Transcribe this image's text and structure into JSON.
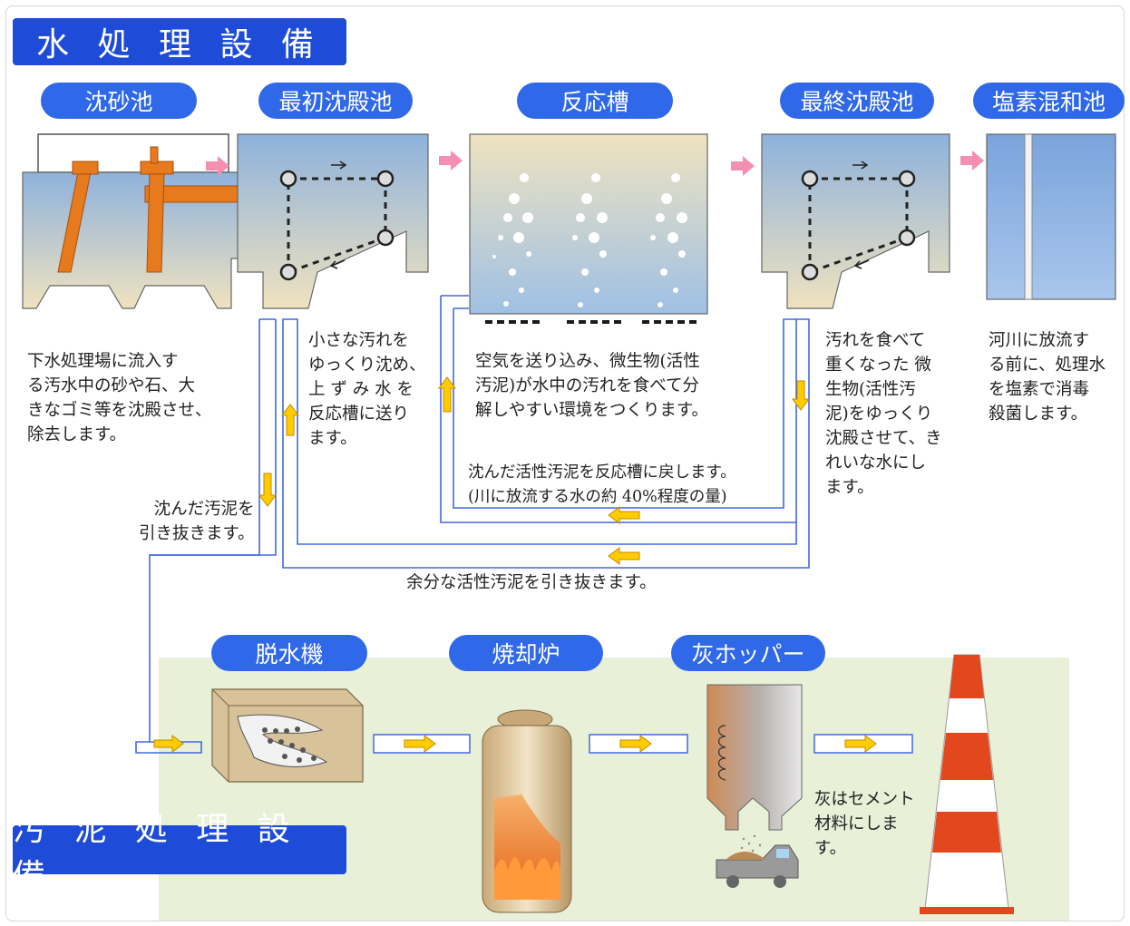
{
  "water_section": {
    "banner": "水 処 理 設 備"
  },
  "sludge_section": {
    "banner": "汚 泥 処 理 設 備"
  },
  "stages": {
    "grit": {
      "label": "沈砂池",
      "desc": "下水処理場に流入す\nる汚水中の砂や石、大\nきなゴミ等を沈殿させ、\n除去します。"
    },
    "primary": {
      "label": "最初沈殿池",
      "desc": "小さな汚れを\nゆっくり沈め、\n上 ず み 水 を\n反応槽に送り\nます。"
    },
    "reactor": {
      "label": "反応槽",
      "desc": "空気を送り込み、微生物(活性\n汚泥)が水中の汚れを食べて分\n解しやすい環境をつくります。"
    },
    "final": {
      "label": "最終沈殿池",
      "desc": "汚れを食べて\n重くなった 微\n生物(活性汚\n泥)をゆっくり\n沈殿させて、き\nれいな水にし\nます。"
    },
    "chlorine": {
      "label": "塩素混和池",
      "desc": "河川に放流す\nる前に、処理水\nを塩素で消毒\n殺菌します。"
    },
    "dewater": {
      "label": "脱水機"
    },
    "incinerator": {
      "label": "焼却炉"
    },
    "hopper": {
      "label": "灰ホッパー",
      "desc": "灰はセメント\n材料にしま\nす。"
    }
  },
  "flow_notes": {
    "sludge_withdraw": "沈んだ汚泥を\n引き抜きます。",
    "return_sludge": "沈んだ活性汚泥を反応槽に戻します。\n(川に放流する水の約 40%程度の量)",
    "excess_sludge": "余分な活性汚泥を引き抜きます。"
  },
  "colors": {
    "banner": "#1e4bd8",
    "pill": "#2f68e8",
    "pipe": "#4169e1",
    "arrow_yellow": "#ffcc00",
    "arrow_pink": "#f48fb1",
    "pipe_orange": "#e87a1e",
    "sludge_bg": "#e9f0d8"
  }
}
